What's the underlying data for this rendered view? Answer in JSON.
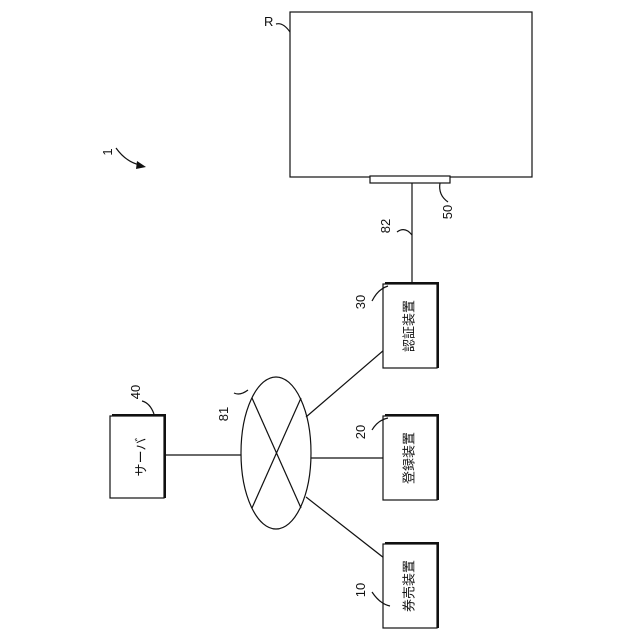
{
  "figure": {
    "system_ref": "1",
    "room": {
      "ref": "R"
    },
    "reader": {
      "ref": "50"
    },
    "line_82": {
      "ref": "82"
    },
    "network": {
      "ref": "81"
    },
    "server": {
      "ref": "40",
      "label": "サーバ"
    },
    "auth_device": {
      "ref": "30",
      "label": "認証装置"
    },
    "register_device": {
      "ref": "20",
      "label": "登録装置"
    },
    "ticket_device": {
      "ref": "10",
      "label": "券売装置"
    }
  }
}
